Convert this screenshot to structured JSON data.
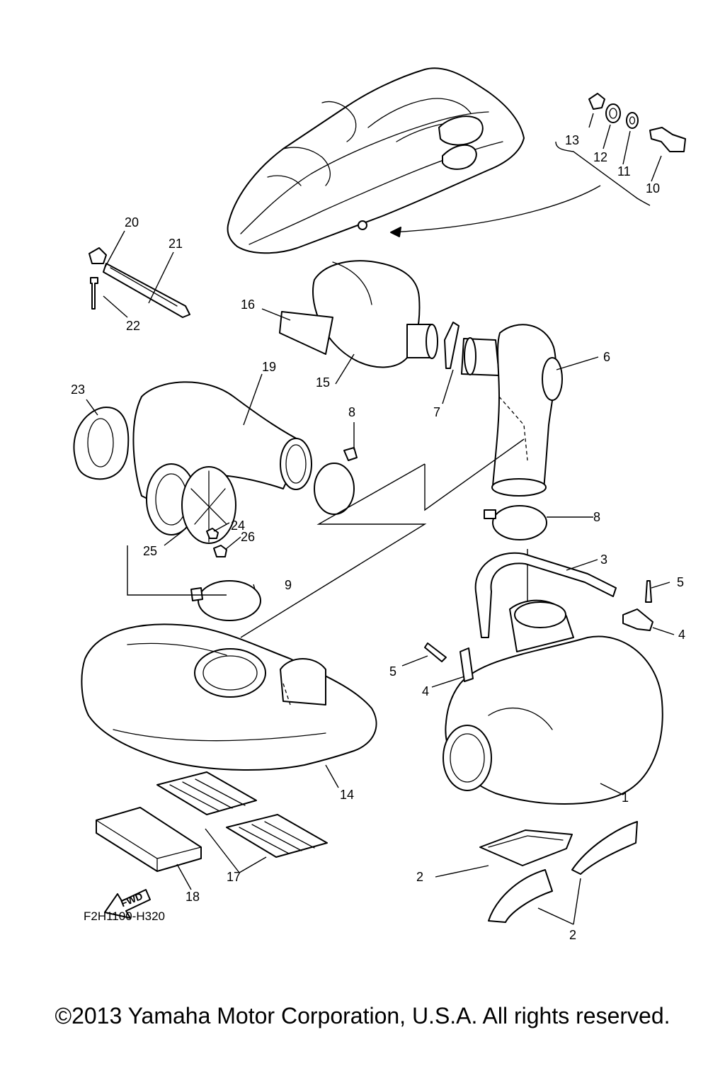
{
  "diagram": {
    "figure_code": "F2H1100-H320",
    "fwd_label": "FWD",
    "callouts": [
      {
        "id": "c1",
        "label": "1"
      },
      {
        "id": "c2a",
        "label": "2"
      },
      {
        "id": "c2b",
        "label": "2"
      },
      {
        "id": "c3",
        "label": "3"
      },
      {
        "id": "c4a",
        "label": "4"
      },
      {
        "id": "c4b",
        "label": "4"
      },
      {
        "id": "c5a",
        "label": "5"
      },
      {
        "id": "c5b",
        "label": "5"
      },
      {
        "id": "c6",
        "label": "6"
      },
      {
        "id": "c7",
        "label": "7"
      },
      {
        "id": "c8a",
        "label": "8"
      },
      {
        "id": "c8b",
        "label": "8"
      },
      {
        "id": "c9",
        "label": "9"
      },
      {
        "id": "c10",
        "label": "10"
      },
      {
        "id": "c11",
        "label": "11"
      },
      {
        "id": "c12",
        "label": "12"
      },
      {
        "id": "c13",
        "label": "13"
      },
      {
        "id": "c14",
        "label": "14"
      },
      {
        "id": "c15",
        "label": "15"
      },
      {
        "id": "c16",
        "label": "16"
      },
      {
        "id": "c17",
        "label": "17"
      },
      {
        "id": "c18",
        "label": "18"
      },
      {
        "id": "c19",
        "label": "19"
      },
      {
        "id": "c20",
        "label": "20"
      },
      {
        "id": "c21",
        "label": "21"
      },
      {
        "id": "c22",
        "label": "22"
      },
      {
        "id": "c23",
        "label": "23"
      },
      {
        "id": "c24",
        "label": "24"
      },
      {
        "id": "c25",
        "label": "25"
      },
      {
        "id": "c26",
        "label": "26"
      }
    ]
  },
  "footer": {
    "copyright": "©2013 Yamaha Motor Corporation, U.S.A. All rights reserved."
  }
}
